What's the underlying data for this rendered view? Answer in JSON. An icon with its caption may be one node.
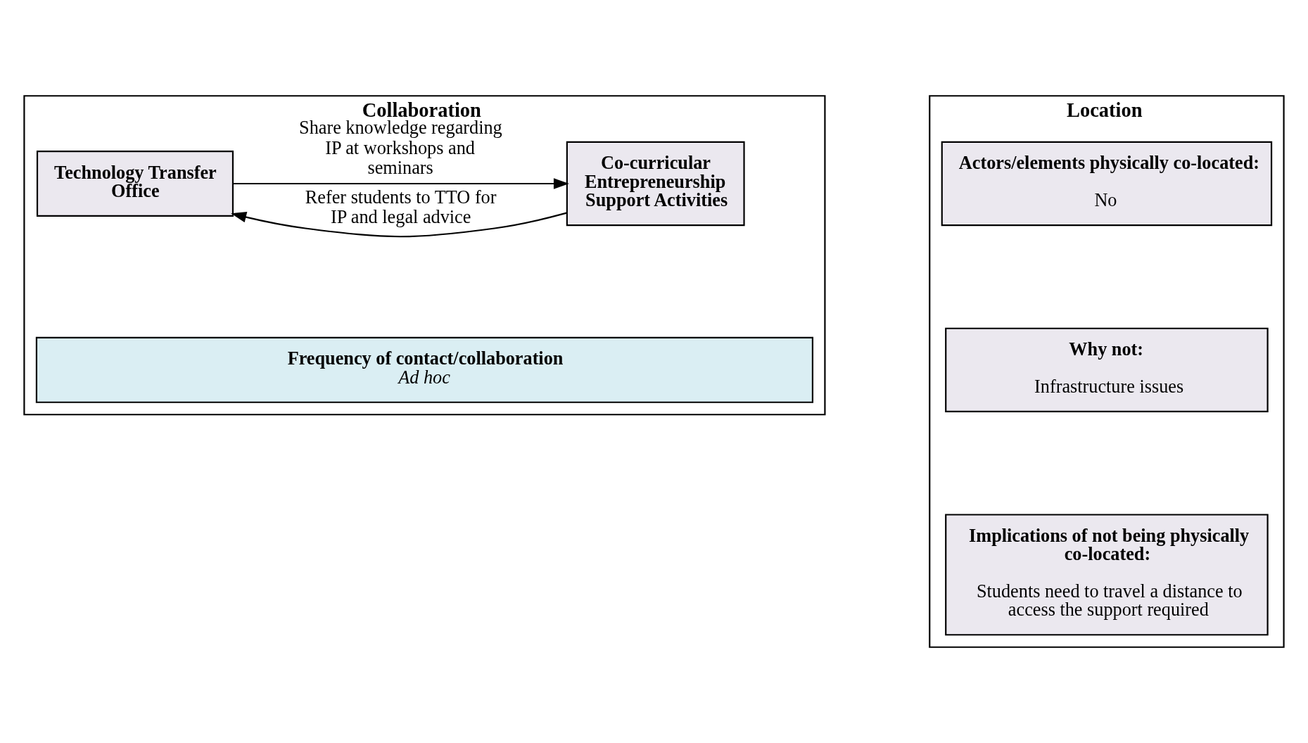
{
  "diagram": {
    "nodes": [
      {
        "text": [
          "Collaboration"
        ]
      },
      {
        "text": [
          "Co-curricular Entrepreneurship Support Activities"
        ],
        "in": 0
      },
      {
        "text": [
          "Technology Transfer Office"
        ],
        "in": 0
      },
      {
        "text": [
          "Frequency of contact/collaboration",
          "Ad hoc"
        ],
        "in": 0
      },
      {
        "text": [
          "Location"
        ]
      },
      {
        "text": [
          "Actors/elements physically co-located:",
          "No"
        ],
        "in": 4
      },
      {
        "text": [
          "Why not:",
          "Infrastructure issues"
        ],
        "in": 4
      },
      {
        "text": [
          "Implications of not being physically co-located:",
          "Students need to travel a distance to access the support required"
        ],
        "in": 4
      }
    ],
    "edges": [
      {
        "from": 1,
        "to": 2,
        "arrow": "to",
        "label": "Refer students to TTO for IP and legal advice"
      },
      {
        "from": 2,
        "to": 1,
        "arrow": "to",
        "label": "Share knowledge regarding IP at workshops and seminars"
      }
    ]
  }
}
